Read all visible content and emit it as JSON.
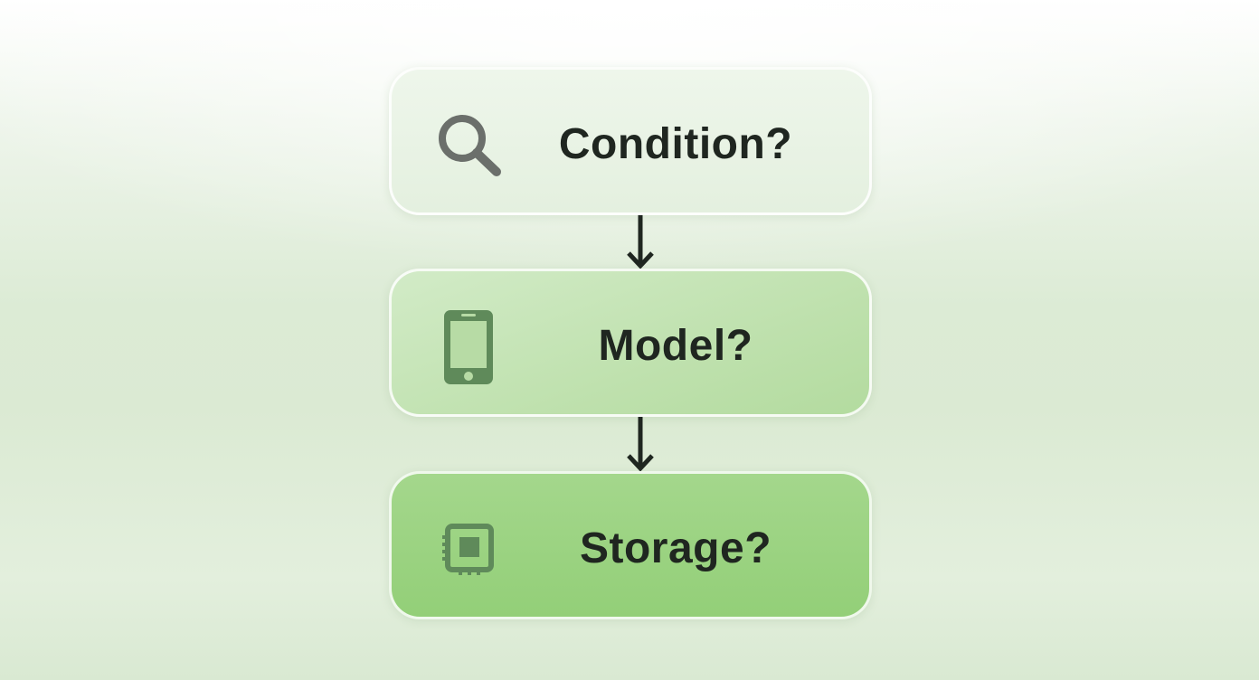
{
  "steps": [
    {
      "label": "Condition?",
      "icon": "search-icon"
    },
    {
      "label": "Model?",
      "icon": "smartphone-icon"
    },
    {
      "label": "Storage?",
      "icon": "memory-chip-icon"
    }
  ],
  "colors": {
    "text": "#1f2620",
    "icon_gray": "#6b6f6b",
    "icon_green": "#5f8a5a",
    "box_light": "#e4f0df",
    "box_mid": "#bfe1ae",
    "box_dark": "#93cf78",
    "arrow": "#1f2620"
  }
}
